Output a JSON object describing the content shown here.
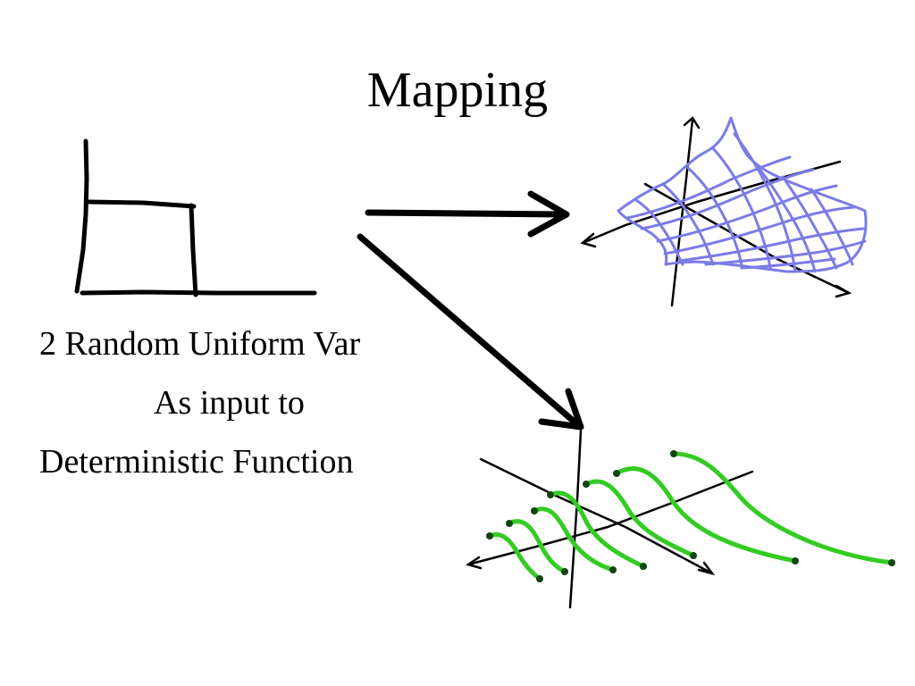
{
  "slide": {
    "title": "Mapping",
    "caption": [
      "2 Random Uniform Var",
      "As input to",
      "Deterministic Function"
    ]
  },
  "colors": {
    "ink": "#000000",
    "surface_mesh": "#7b7be8",
    "curves": "#33cc22"
  },
  "icons": {
    "input": "uniform-distribution-sketch",
    "output_1": "surface-mesh-sketch",
    "output_2": "density-curves-sketch"
  }
}
